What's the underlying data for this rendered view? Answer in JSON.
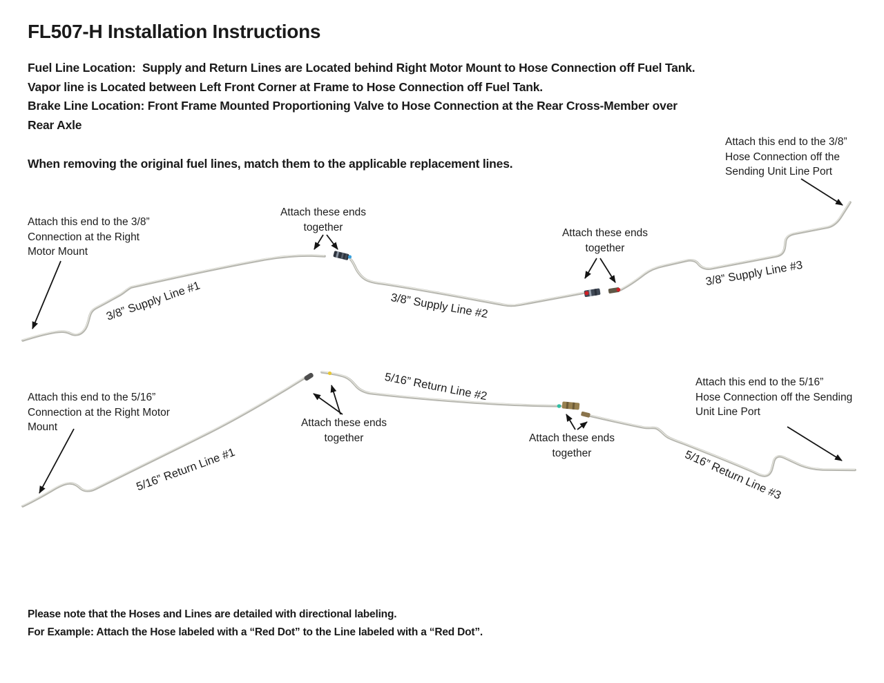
{
  "title": "FL507-H Installation Instructions",
  "intro": {
    "lines": [
      "Fuel Line Location:  Supply and Return Lines are Located behind Right Motor Mount to Hose Connection off Fuel Tank.",
      "Vapor line is Located between Left Front Corner at Frame to Hose Connection off Fuel Tank.",
      "Brake Line Location: Front Frame Mounted Proportioning Valve to Hose Connection at the Rear Cross-Member over",
      "Rear Axle"
    ],
    "removal_note": "When removing the original fuel lines, match them to the applicable replacement lines."
  },
  "supply_diagram": {
    "left_note": {
      "lines": [
        "Attach this end to the 3/8”",
        "Connection at the Right",
        "Motor Mount"
      ]
    },
    "right_note": {
      "lines": [
        "Attach this end to the 3/8”",
        "Hose Connection off the",
        "Sending Unit Line Port"
      ]
    },
    "join_note_1": {
      "lines": [
        "Attach these ends",
        "together"
      ]
    },
    "join_note_2": {
      "lines": [
        "Attach these ends",
        "together"
      ]
    },
    "line_labels": [
      "3/8” Supply Line #1",
      "3/8” Supply Line #2",
      "3/8” Supply Line #3"
    ]
  },
  "return_diagram": {
    "left_note": {
      "lines": [
        "Attach this end to the 5/16”",
        "Connection at the Right Motor",
        "Mount"
      ]
    },
    "right_note": {
      "lines": [
        "Attach this end to the 5/16”",
        "Hose Connection off the Sending",
        "Unit Line Port"
      ]
    },
    "join_note_1": {
      "lines": [
        "Attach these ends",
        "together"
      ]
    },
    "join_note_2": {
      "lines": [
        "Attach these ends",
        "together"
      ]
    },
    "line_labels": [
      "5/16” Return Line #1",
      "5/16” Return Line #2",
      "5/16” Return Line #3"
    ]
  },
  "footer": {
    "lines": [
      "Please note that the Hoses and Lines are detailed with directional labeling.",
      "For Example: Attach the Hose labeled with a “Red Dot” to the Line labeled with a “Red Dot”."
    ]
  },
  "colors": {
    "tube": "#b7b7b0",
    "tube_highlight": "#ebebe4",
    "dot_blue": "#3aa0dc",
    "dot_red": "#cf2026",
    "dot_yellow": "#e9c832",
    "dot_teal": "#2fbfa4",
    "fitting_dark": "#2d333d",
    "fitting_steel": "#3f4855",
    "fitting_brass": "#97804f"
  }
}
